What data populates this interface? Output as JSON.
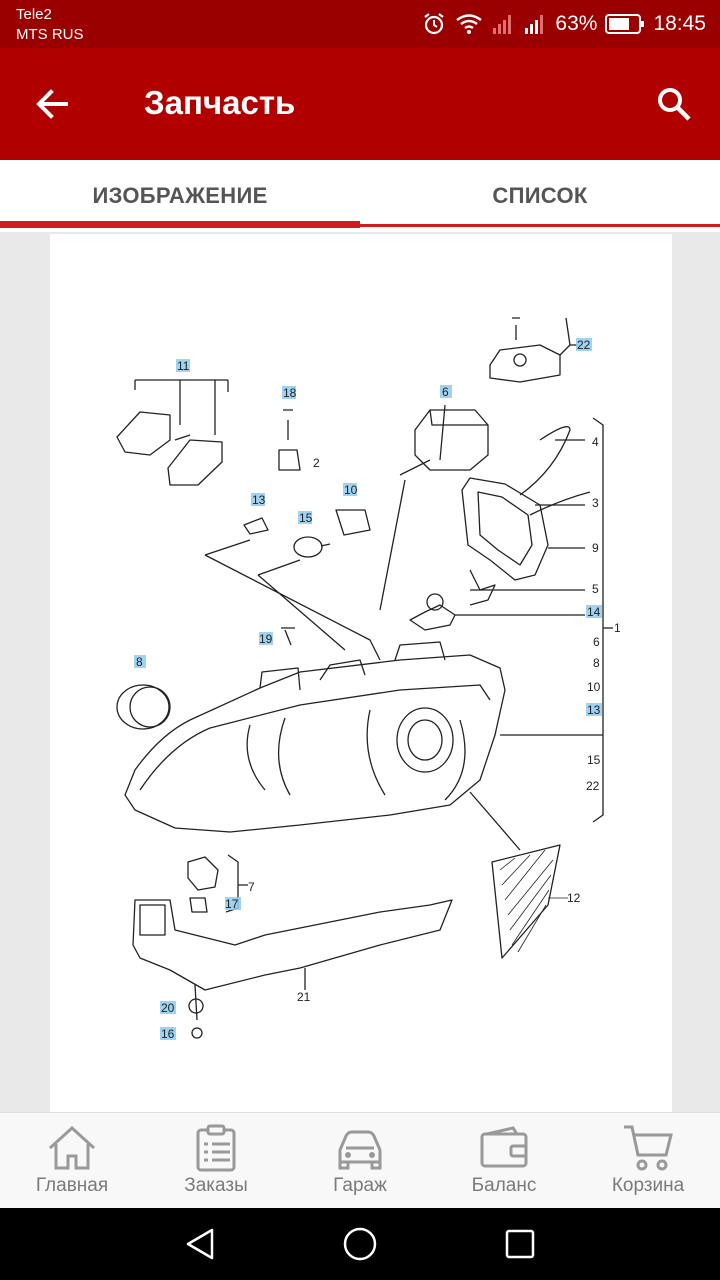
{
  "status_bar": {
    "carrier_line1": "Tele2",
    "carrier_line2": "MTS RUS",
    "battery": "63%",
    "time": "18:45"
  },
  "app_bar": {
    "title": "Запчасть",
    "back_icon": "arrow-left-icon",
    "search_icon": "search-icon"
  },
  "tabs": [
    {
      "label": "ИЗОБРАЖЕНИЕ",
      "selected": true
    },
    {
      "label": "СПИСОК",
      "selected": false
    }
  ],
  "diagram": {
    "callouts": [
      "1",
      "2",
      "3",
      "4",
      "5",
      "6",
      "7",
      "8",
      "9",
      "10",
      "11",
      "12",
      "13",
      "14",
      "15",
      "16",
      "17",
      "18",
      "19",
      "20",
      "21",
      "22"
    ],
    "group_1_members": [
      "14",
      "6",
      "8",
      "10",
      "13",
      "15",
      "22"
    ]
  },
  "bottom_nav": [
    {
      "label": "Главная",
      "icon": "home-icon"
    },
    {
      "label": "Заказы",
      "icon": "clipboard-icon"
    },
    {
      "label": "Гараж",
      "icon": "car-icon"
    },
    {
      "label": "Баланс",
      "icon": "wallet-icon"
    },
    {
      "label": "Корзина",
      "icon": "cart-icon"
    }
  ],
  "colors": {
    "status_bar": "#9b0000",
    "app_bar": "#b00000",
    "tab_indicator": "#d11a1a",
    "callout_highlight": "#8ecbee"
  }
}
